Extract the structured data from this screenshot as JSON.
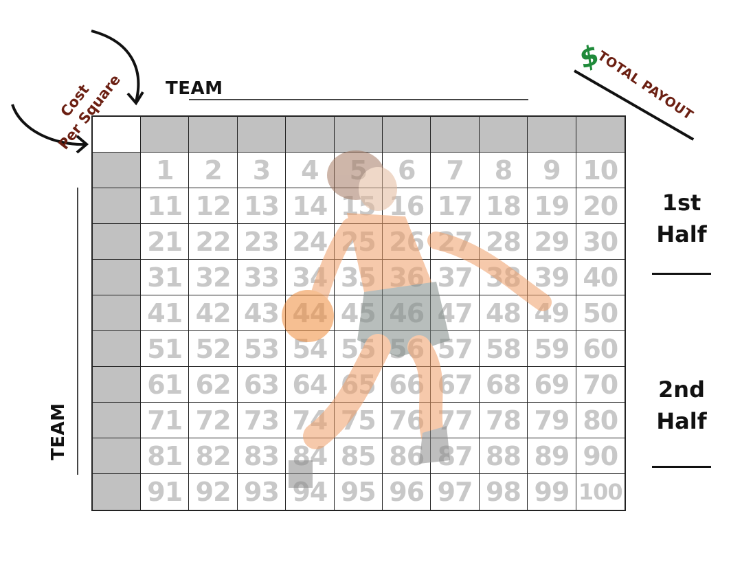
{
  "team_top": {
    "label": "TEAM"
  },
  "team_left": {
    "label": "TEAM"
  },
  "cost": {
    "line1": "Cost",
    "line2": "Per Square"
  },
  "payout": {
    "label": "TOTAL PAYOUT",
    "dollar": "$"
  },
  "halves": {
    "first_line1": "1st",
    "first_line2": "Half",
    "second_line1": "2nd",
    "second_line2": "Half"
  },
  "grid": {
    "header_color": "#c1c1c1",
    "squares": [
      "1",
      "2",
      "3",
      "4",
      "5",
      "6",
      "7",
      "8",
      "9",
      "10",
      "11",
      "12",
      "13",
      "14",
      "15",
      "16",
      "17",
      "18",
      "19",
      "20",
      "21",
      "22",
      "23",
      "24",
      "25",
      "26",
      "27",
      "28",
      "29",
      "30",
      "31",
      "32",
      "33",
      "34",
      "35",
      "36",
      "37",
      "38",
      "39",
      "40",
      "41",
      "42",
      "43",
      "44",
      "45",
      "46",
      "47",
      "48",
      "49",
      "50",
      "51",
      "52",
      "53",
      "54",
      "55",
      "56",
      "57",
      "58",
      "59",
      "60",
      "61",
      "62",
      "63",
      "64",
      "65",
      "66",
      "67",
      "68",
      "69",
      "70",
      "71",
      "72",
      "73",
      "74",
      "75",
      "76",
      "77",
      "78",
      "79",
      "80",
      "81",
      "82",
      "83",
      "84",
      "85",
      "86",
      "87",
      "88",
      "89",
      "90",
      "91",
      "92",
      "93",
      "94",
      "95",
      "96",
      "97",
      "98",
      "99",
      "100"
    ]
  },
  "colors": {
    "accent": "#6b1f12",
    "dollar": "#1f8a3a"
  }
}
